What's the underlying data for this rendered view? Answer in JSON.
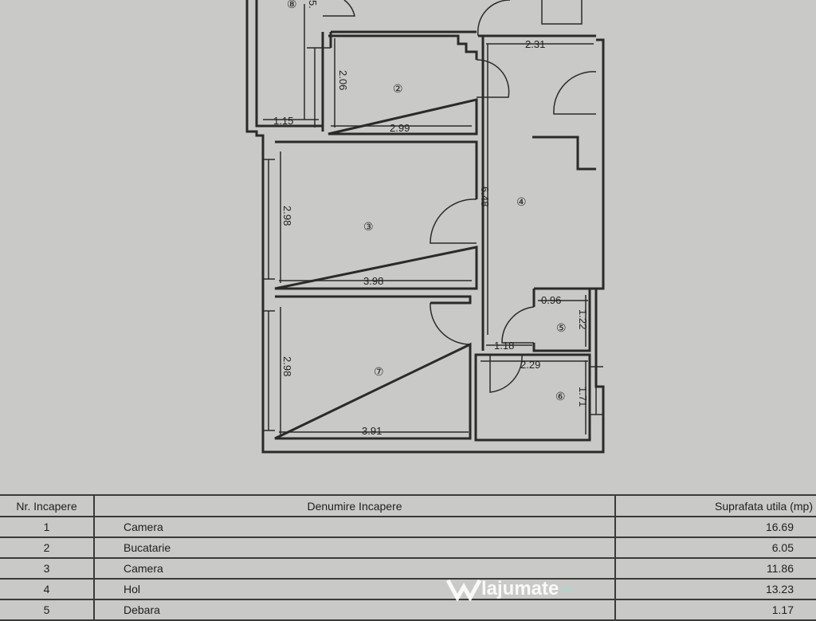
{
  "floor_plan": {
    "rooms": [
      {
        "number": "2",
        "label": "②"
      },
      {
        "number": "3",
        "label": "③"
      },
      {
        "number": "4",
        "label": "④"
      },
      {
        "number": "5",
        "label": "⑤"
      },
      {
        "number": "6",
        "label": "⑥"
      },
      {
        "number": "7",
        "label": "⑦"
      },
      {
        "number": "8",
        "label": "⑧"
      }
    ],
    "dimensions": {
      "r8_height": "5.",
      "r8_width": "1.15",
      "r2_height": "2.06",
      "r2_width": "2.99",
      "hall_top": "2.31",
      "hall_length": "6.48",
      "r3_height": "2.98",
      "r3_width": "3.98",
      "r5_width": "0.96",
      "r5_height": "1.22",
      "door_width": "1.18",
      "r6_width": "2.29",
      "r6_height": "1.71",
      "r7_height": "2.98",
      "r7_width": "3.91"
    }
  },
  "table": {
    "headers": [
      "Nr. Incapere",
      "Denumire Incapere",
      "Suprafata utila (mp)"
    ],
    "rows": [
      {
        "nr": "1",
        "name": "Camera",
        "area": "16.69"
      },
      {
        "nr": "2",
        "name": "Bucatarie",
        "area": "6.05"
      },
      {
        "nr": "3",
        "name": "Camera",
        "area": "11.86"
      },
      {
        "nr": "4",
        "name": "Hol",
        "area": "13.23"
      },
      {
        "nr": "5",
        "name": "Debara",
        "area": "1.17"
      }
    ]
  },
  "watermark": {
    "text": "lajumate",
    "suffix": ".ro"
  }
}
